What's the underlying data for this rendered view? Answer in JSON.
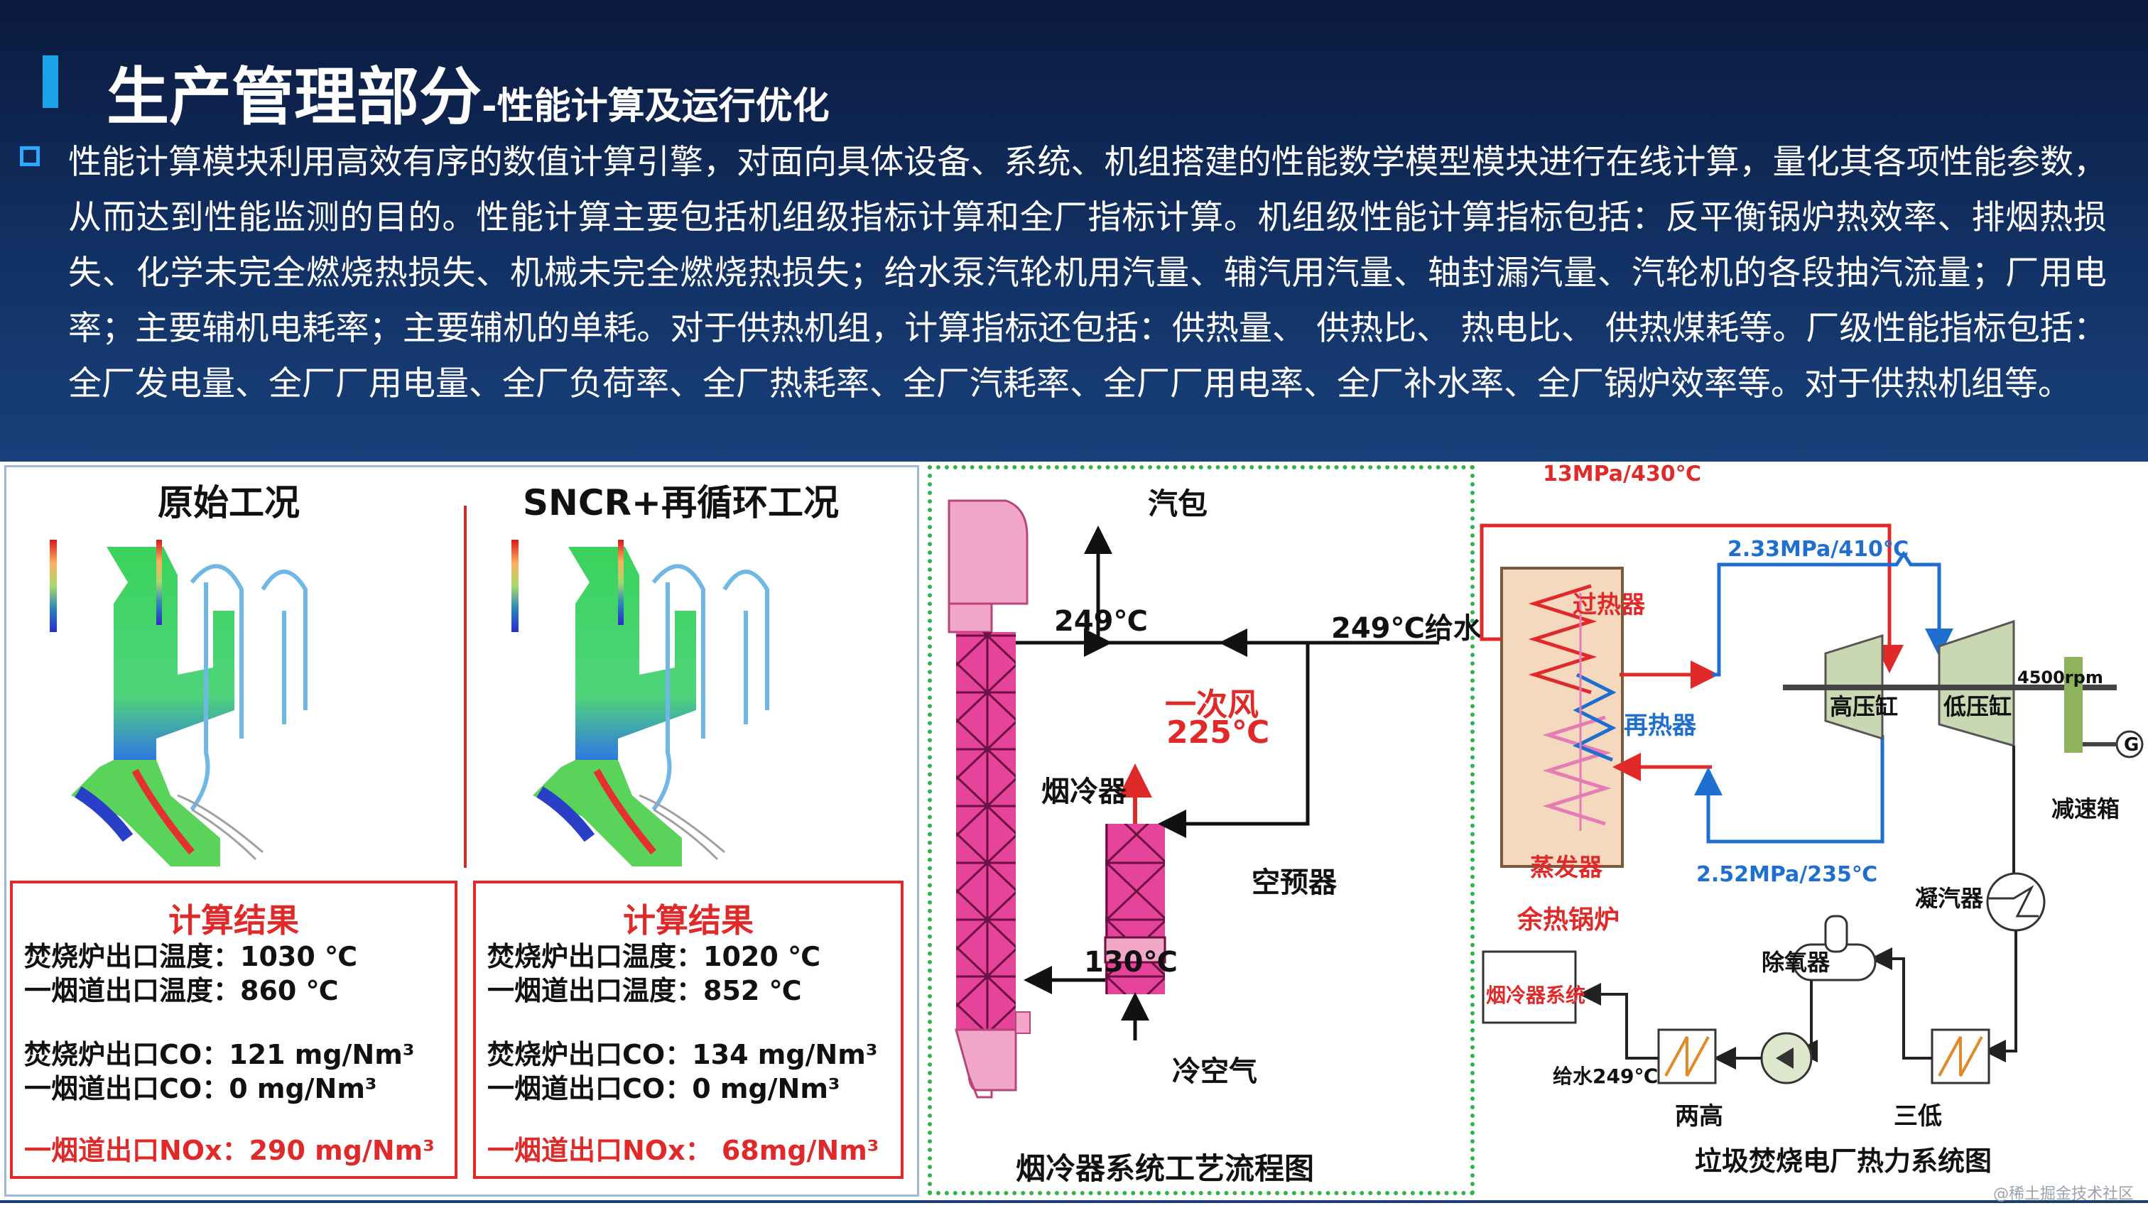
{
  "header": {
    "title_main": "生产管理部分",
    "title_sub": "-性能计算及运行优化",
    "paragraph": "性能计算模块利用高效有序的数值计算引擎，对面向具体设备、系统、机组搭建的性能数学模型模块进行在线计算，量化其各项性能参数，从而达到性能监测的目的。性能计算主要包括机组级指标计算和全厂指标计算。机组级性能计算指标包括：反平衡锅炉热效率、排烟热损失、化学未完全燃烧热损失、机械未完全燃烧热损失；给水泵汽轮机用汽量、辅汽用汽量、轴封漏汽量、汽轮机的各段抽汽流量；厂用电率；主要辅机电耗率；主要辅机的单耗。对于供热机组，计算指标还包括：供热量、 供热比、 热电比、 供热煤耗等。厂级性能指标包括：全厂发电量、全厂厂用电量、全厂负荷率、全厂热耗率、全厂汽耗率、全厂厂用电率、全厂补水率、全厂锅炉效率等。对于供热机组等。"
  },
  "left_panel": {
    "case1_title": "原始工况",
    "case2_title": "SNCR+再循环工况",
    "case1": {
      "result_title": "计算结果",
      "line1": "焚烧炉出口温度：1030 ℃",
      "line2": "一烟道出口温度：860 ℃",
      "line3": "焚烧炉出口CO：121 mg/Nm³",
      "line4": "一烟道出口CO：0 mg/Nm³",
      "line5": "一烟道出口NOx：290 mg/Nm³"
    },
    "case2": {
      "result_title": "计算结果",
      "line1": "焚烧炉出口温度：1020 ℃",
      "line2": "一烟道出口温度：852 ℃",
      "line3": "焚烧炉出口CO：134 mg/Nm³",
      "line4": "一烟道出口CO：0 mg/Nm³",
      "line5": "一烟道出口NOx： 68mg/Nm³"
    }
  },
  "mid_panel": {
    "drum": "汽包",
    "t249": "249℃",
    "feed249": "249℃给水",
    "primary_air": "一次风",
    "t225": "225℃",
    "flue_cooler": "烟冷器",
    "air_preheater": "空预器",
    "t130": "130℃",
    "cold_air": "冷空气",
    "caption": "烟冷器系统工艺流程图"
  },
  "right_panel": {
    "p_main": "13MPa/430℃",
    "p_233": "2.33MPa/410℃",
    "p_252": "2.52MPa/235℃",
    "superheater": "过热器",
    "reheater": "再热器",
    "evaporator": "蒸发器",
    "waste_boiler": "余热锅炉",
    "hp": "高压缸",
    "lp": "低压缸",
    "rpm": "4500rpm",
    "gearbox": "减速箱",
    "generator": "G",
    "condenser": "凝汽器",
    "deaerator": "除氧器",
    "flue_cooler_sys": "烟冷器系统",
    "feed249": "给水249℃",
    "two_high": "两高",
    "three_low": "三低",
    "caption": "垃圾焚烧电厂热力系统图"
  },
  "watermark": "@稀土掘金技术社区",
  "colors": {
    "accent": "#1aa3e8",
    "red": "#e02a2a",
    "blue": "#1f6fd1",
    "green_border": "#2fb34a",
    "pink": "#e57cb4"
  }
}
